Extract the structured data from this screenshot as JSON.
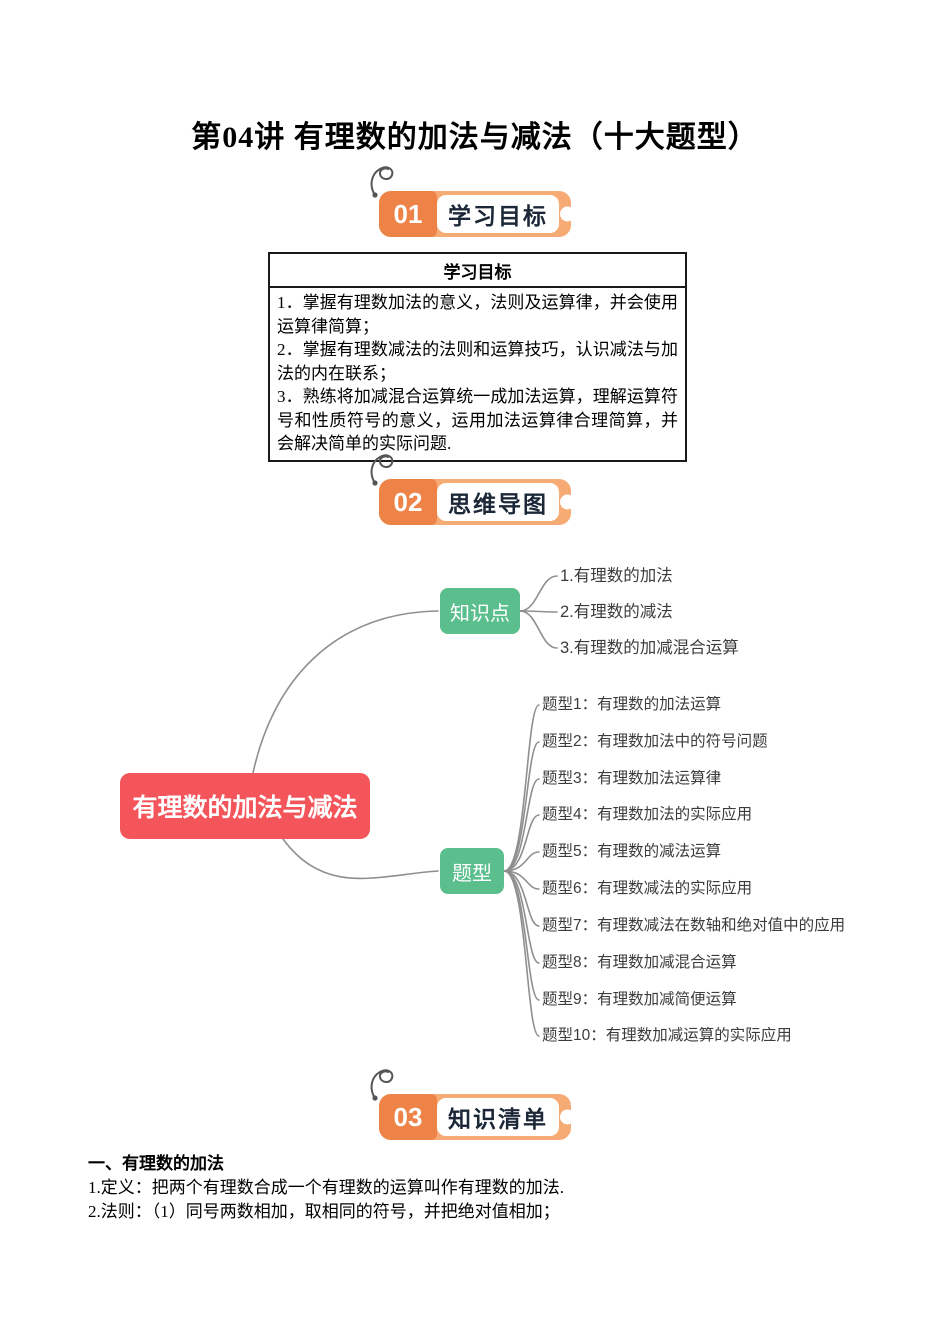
{
  "page": {
    "title": "第04讲 有理数的加法与减法（十大题型）"
  },
  "sections": [
    {
      "number": "01",
      "label": "学习目标"
    },
    {
      "number": "02",
      "label": "思维导图"
    },
    {
      "number": "03",
      "label": "知识清单"
    }
  ],
  "objectives_table": {
    "header": "学习目标",
    "items": [
      "1．掌握有理数加法的意义，法则及运算律，并会使用运算律简算；",
      "2．掌握有理数减法的法则和运算技巧，认识减法与加法的内在联系；",
      "3．熟练将加减混合运算统一成加法运算，理解运算符号和性质符号的意义，运用加法运算律合理简算，并会解决简单的实际问题."
    ]
  },
  "mindmap": {
    "root": {
      "label": "有理数的加法与减法"
    },
    "knowledge_branch": {
      "label": "知识点",
      "children": [
        "1.有理数的加法",
        "2.有理数的减法",
        "3.有理数的加减混合运算"
      ]
    },
    "types_branch": {
      "label": "题型",
      "children": [
        "题型1：有理数的加法运算",
        "题型2：有理数加法中的符号问题",
        "题型3：有理数加法运算律",
        "题型4：有理数加法的实际应用",
        "题型5：有理数的减法运算",
        "题型6：有理数减法的实际应用",
        "题型7：有理数减法在数轴和绝对值中的应用",
        "题型8：有理数加减混合运算",
        "题型9：有理数加减简便运算",
        "题型10：有理数加减运算的实际应用"
      ]
    },
    "colors": {
      "root_bg": "#F4555B",
      "branch_bg": "#5BBE8D",
      "line": "#8F8F8F",
      "item_text": "#3C3C3C"
    }
  },
  "knowledge_list": {
    "heading": "一、有理数的加法",
    "lines": [
      "1.定义：把两个有理数合成一个有理数的运算叫作有理数的加法.",
      "2.法则：（1）同号两数相加，取相同的符号，并把绝对值相加；"
    ]
  },
  "colors": {
    "badge_orange": "#EE8347",
    "badge_orange_light": "#F6AA74",
    "badge_text": "#1C2838"
  }
}
